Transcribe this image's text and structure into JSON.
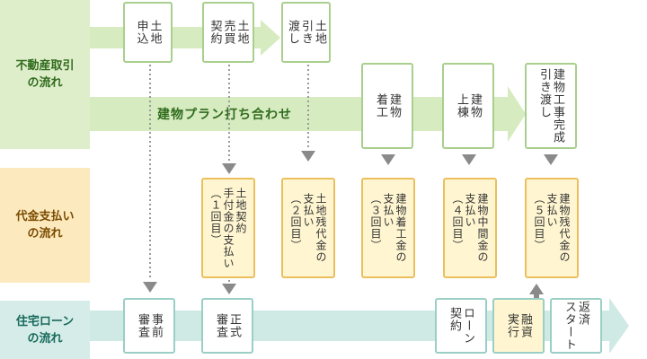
{
  "rows": {
    "real_estate": "不動産取引\nの流れ",
    "payment": "代金支払い\nの流れ",
    "loan": "住宅ローン\nの流れ"
  },
  "band_label": "建物プラン打ち合わせ",
  "real_estate_steps": [
    {
      "text": "土地\n申込"
    },
    {
      "text": "土地\n売買\n契約"
    },
    {
      "text": "土地\n引き\n渡し"
    },
    {
      "text": "建物\n着工"
    },
    {
      "text": "建物\n上棟"
    },
    {
      "text": "建物工事完成\n引き渡し"
    }
  ],
  "payments": [
    {
      "text": "土地契約\n手付金の支払い\n（１回目）"
    },
    {
      "text": "土地残代金の\n支払い\n（２回目）"
    },
    {
      "text": "建物着工金の\n支払い\n（３回目）"
    },
    {
      "text": "建物中間金の\n支払い\n（４回目）"
    },
    {
      "text": "建物残代金の\n支払い\n（５回目）"
    }
  ],
  "loan_steps": [
    {
      "text": "事前\n審査"
    },
    {
      "text": "正式\n審査"
    },
    {
      "text": "ローン\n契約"
    },
    {
      "text": "融資\n実行"
    },
    {
      "text": "返済\nスタート"
    }
  ],
  "colors": {
    "green_band": "#d7ebc0",
    "green_border": "#a9cf8e",
    "yellow_fill": "#fff6d1",
    "yellow_border": "#ecbf5e",
    "teal_band": "#cfe9e4",
    "teal_border": "#9acfc5",
    "arrow_gray": "#8a8a8a"
  }
}
